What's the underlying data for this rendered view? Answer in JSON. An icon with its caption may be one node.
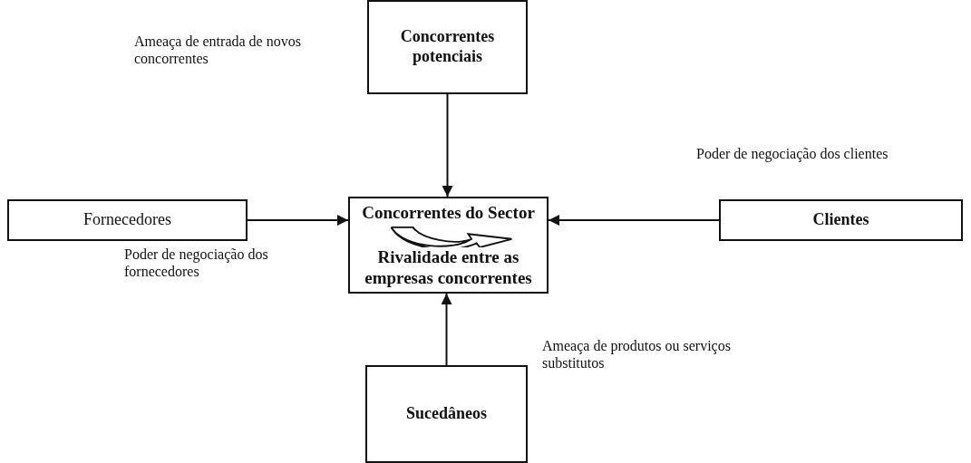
{
  "diagram": {
    "nodes": [
      {
        "text": [
          "Concorrentes potenciais"
        ]
      },
      {
        "text": [
          "Fornecedores"
        ]
      },
      {
        "text": [
          "Concorrentes do Sector",
          "Rivalidade entre as empresas concorrentes"
        ]
      },
      {
        "text": [
          "Clientes"
        ]
      },
      {
        "text": [
          "Sucedâneos"
        ]
      }
    ],
    "edges": [
      {
        "from": 0,
        "to": 2,
        "arrow": "to"
      },
      {
        "from": 1,
        "to": 2,
        "arrow": "to"
      },
      {
        "from": 3,
        "to": 2,
        "arrow": "to"
      },
      {
        "from": 4,
        "to": 2,
        "arrow": "to"
      }
    ],
    "labels": [
      "Ameaça de entrada de novos concorrentes",
      "Poder de negociação dos clientes",
      "Poder de negociação dos fornecedores",
      "Ameaça de produtos ou serviços substitutos"
    ]
  }
}
